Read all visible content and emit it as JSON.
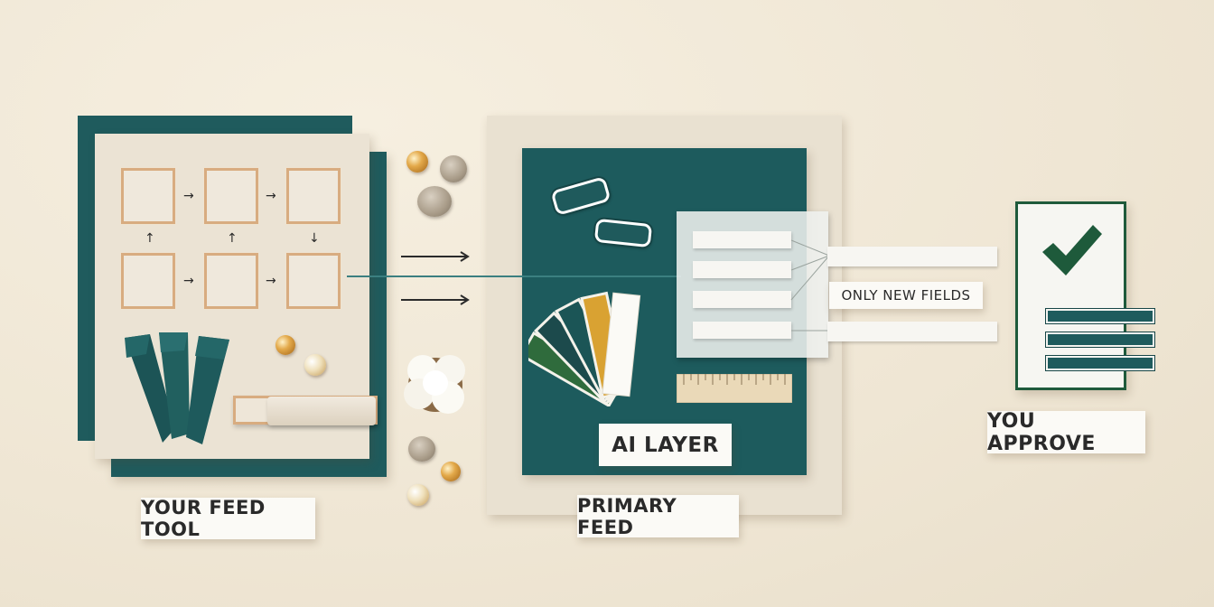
{
  "labels": {
    "feed_tool": "YOUR FEED TOOL",
    "primary_feed": "PRIMARY FEED",
    "ai_layer": "AI LAYER",
    "only_new_fields": "ONLY NEW FIELDS",
    "you_approve": "YOU APPROVE"
  },
  "colors": {
    "teal": "#1d5b5d",
    "board": "#e9e1d1",
    "background": "#efe6d4",
    "check_green": "#1e5a3b",
    "label_bg": "#fbfaf6"
  },
  "icons": [
    "flow-arrow-icon",
    "checkmark-icon",
    "ruler-icon",
    "cotton-flower-icon",
    "color-swatch-fan-icon"
  ]
}
